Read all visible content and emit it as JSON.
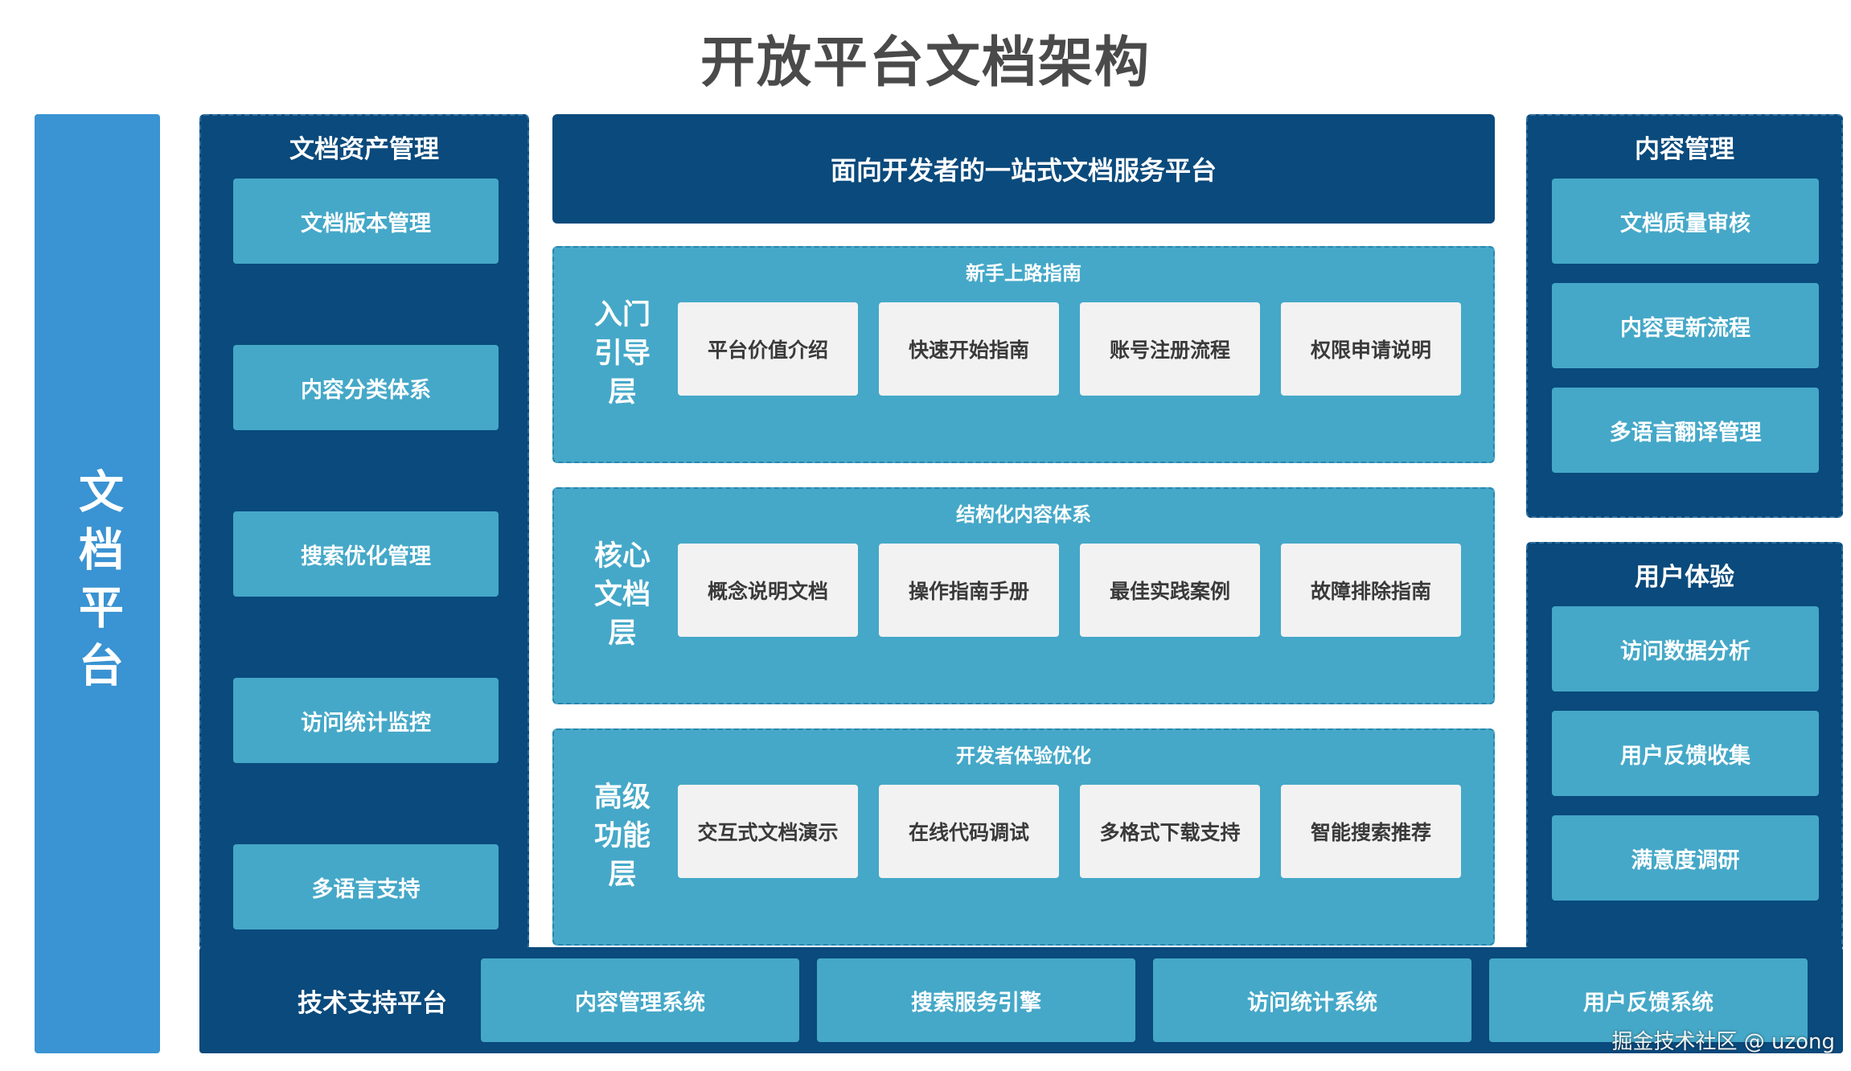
{
  "title": "开放平台文档架构",
  "side_label": "文档平台",
  "left_panel": {
    "title": "文档资产管理",
    "items": [
      "文档版本管理",
      "内容分类体系",
      "搜索优化管理",
      "访问统计监控",
      "多语言支持"
    ]
  },
  "banner": "面向开发者的一站式文档服务平台",
  "layers": [
    {
      "subtitle": "新手上路指南",
      "name": "入门引导层",
      "cards": [
        "平台价值介绍",
        "快速开始指南",
        "账号注册流程",
        "权限申请说明"
      ]
    },
    {
      "subtitle": "结构化内容体系",
      "name": "核心文档层",
      "cards": [
        "概念说明文档",
        "操作指南手册",
        "最佳实践案例",
        "故障排除指南"
      ]
    },
    {
      "subtitle": "开发者体验优化",
      "name": "高级功能层",
      "cards": [
        "交互式文档演示",
        "在线代码调试",
        "多格式下载支持",
        "智能搜索推荐"
      ]
    }
  ],
  "right_panels": [
    {
      "title": "内容管理",
      "items": [
        "文档质量审核",
        "内容更新流程",
        "多语言翻译管理"
      ]
    },
    {
      "title": "用户体验",
      "items": [
        "访问数据分析",
        "用户反馈收集",
        "满意度调研"
      ]
    }
  ],
  "bottom": {
    "title": "技术支持平台",
    "items": [
      "内容管理系统",
      "搜索服务引擎",
      "访问统计系统",
      "用户反馈系统"
    ]
  },
  "watermark": "掘金技术社区 @ uzong",
  "colors": {
    "dark_blue": "#0a4a7c",
    "teal": "#45a8c8",
    "side_blue": "#3a93d2",
    "card_bg": "#f2f2f2"
  }
}
